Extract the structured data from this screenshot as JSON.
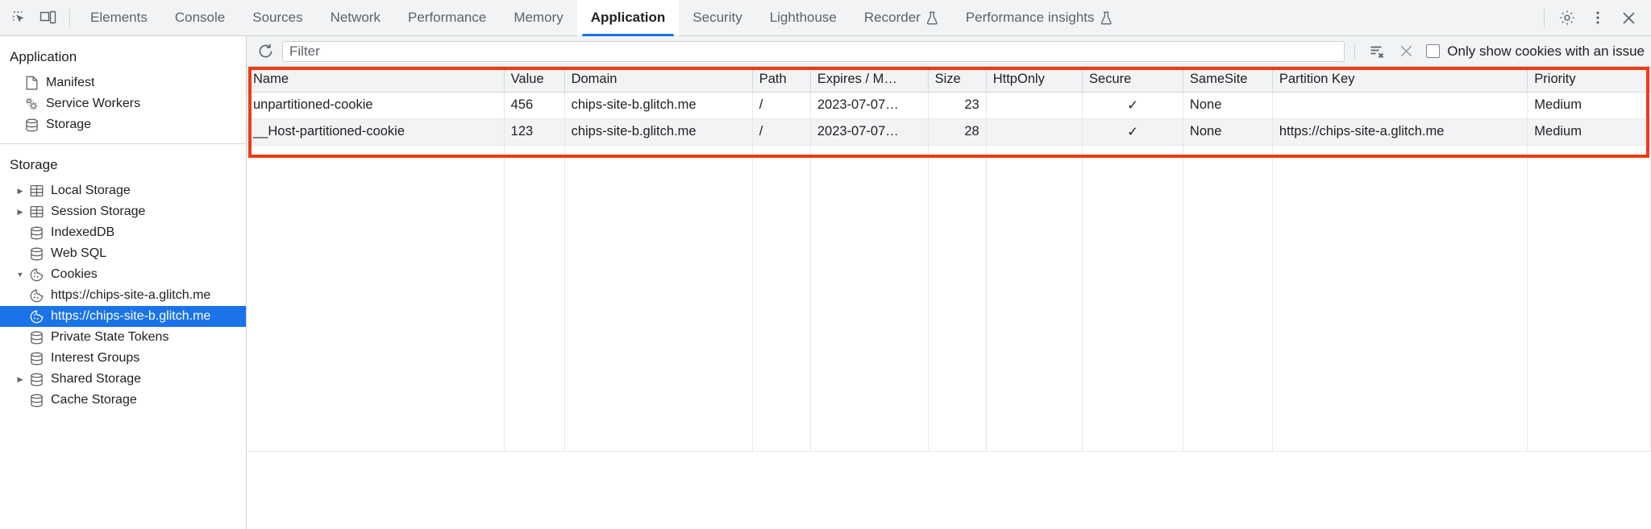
{
  "tabbar": {
    "inspect_icon": "inspect-element-icon",
    "device_icon": "device-toolbar-icon",
    "tabs": [
      {
        "label": "Elements",
        "active": false,
        "flask": false
      },
      {
        "label": "Console",
        "active": false,
        "flask": false
      },
      {
        "label": "Sources",
        "active": false,
        "flask": false
      },
      {
        "label": "Network",
        "active": false,
        "flask": false
      },
      {
        "label": "Performance",
        "active": false,
        "flask": false
      },
      {
        "label": "Memory",
        "active": false,
        "flask": false
      },
      {
        "label": "Application",
        "active": true,
        "flask": false
      },
      {
        "label": "Security",
        "active": false,
        "flask": false
      },
      {
        "label": "Lighthouse",
        "active": false,
        "flask": false
      },
      {
        "label": "Recorder",
        "active": false,
        "flask": true
      },
      {
        "label": "Performance insights",
        "active": false,
        "flask": true
      }
    ],
    "settings_icon": "gear-icon",
    "more_icon": "more-vertical-icon",
    "close_icon": "close-icon"
  },
  "sidebar": {
    "application": {
      "title": "Application",
      "items": [
        {
          "label": "Manifest",
          "icon": "manifest-file-icon",
          "twisty": "none",
          "selected": false
        },
        {
          "label": "Service Workers",
          "icon": "gears-icon",
          "twisty": "none",
          "selected": false
        },
        {
          "label": "Storage",
          "icon": "database-icon",
          "twisty": "none",
          "selected": false
        }
      ]
    },
    "storage": {
      "title": "Storage",
      "items": [
        {
          "label": "Local Storage",
          "icon": "table-icon",
          "twisty": "collapsed",
          "selected": false,
          "indent": 1
        },
        {
          "label": "Session Storage",
          "icon": "table-icon",
          "twisty": "collapsed",
          "selected": false,
          "indent": 1
        },
        {
          "label": "IndexedDB",
          "icon": "database-icon",
          "twisty": "none",
          "selected": false,
          "indent": 1
        },
        {
          "label": "Web SQL",
          "icon": "database-icon",
          "twisty": "none",
          "selected": false,
          "indent": 1
        },
        {
          "label": "Cookies",
          "icon": "cookie-icon",
          "twisty": "expanded",
          "selected": false,
          "indent": 1
        },
        {
          "label": "https://chips-site-a.glitch.me",
          "icon": "cookie-icon",
          "twisty": "none",
          "selected": false,
          "indent": 2
        },
        {
          "label": "https://chips-site-b.glitch.me",
          "icon": "cookie-icon",
          "twisty": "none",
          "selected": true,
          "indent": 2
        },
        {
          "label": "Private State Tokens",
          "icon": "database-icon",
          "twisty": "none",
          "selected": false,
          "indent": 1
        },
        {
          "label": "Interest Groups",
          "icon": "database-icon",
          "twisty": "none",
          "selected": false,
          "indent": 1
        },
        {
          "label": "Shared Storage",
          "icon": "database-icon",
          "twisty": "collapsed",
          "selected": false,
          "indent": 1
        },
        {
          "label": "Cache Storage",
          "icon": "database-icon",
          "twisty": "none",
          "selected": false,
          "indent": 1
        }
      ]
    }
  },
  "filterbar": {
    "refresh_icon": "refresh-icon",
    "filter_placeholder": "Filter",
    "filter_value": "",
    "clear_all_icon": "clear-all-cookies-icon",
    "delete_icon": "delete-selected-cookie-icon",
    "issue_checkbox_label": "Only show cookies with an issue",
    "issue_checkbox_checked": false
  },
  "table": {
    "columns": [
      "Name",
      "Value",
      "Domain",
      "Path",
      "Expires / M…",
      "Size",
      "HttpOnly",
      "Secure",
      "SameSite",
      "Partition Key",
      "Priority"
    ],
    "rows": [
      {
        "name": "unpartitioned-cookie",
        "value": "456",
        "domain": "chips-site-b.glitch.me",
        "path": "/",
        "expires": "2023-07-07…",
        "size": "23",
        "httponly": "",
        "secure": "✓",
        "samesite": "None",
        "partition_key": "",
        "priority": "Medium"
      },
      {
        "name": "__Host-partitioned-cookie",
        "value": "123",
        "domain": "chips-site-b.glitch.me",
        "path": "/",
        "expires": "2023-07-07…",
        "size": "28",
        "httponly": "",
        "secure": "✓",
        "samesite": "None",
        "partition_key": "https://chips-site-a.glitch.me",
        "priority": "Medium"
      }
    ],
    "highlight_color": "#ee3b16"
  }
}
